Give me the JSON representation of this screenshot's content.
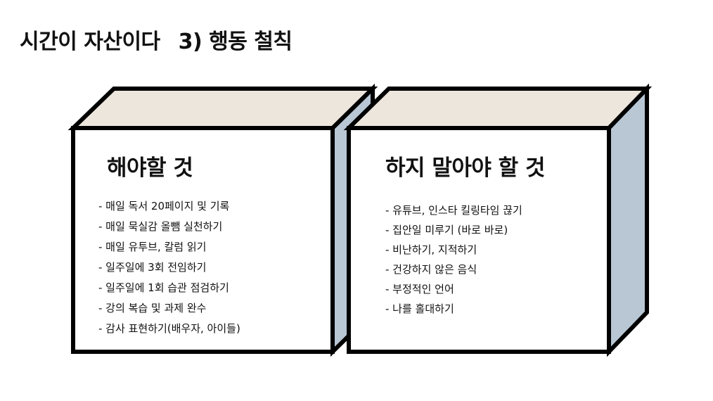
{
  "title": {
    "main": "시간이 자산이다",
    "sub": "3) 행동 철칙"
  },
  "colors": {
    "box_top": "#ede6dc",
    "box_side": "#b9c7d5",
    "box_front": "#ffffff",
    "outline": "#000000"
  },
  "left_box": {
    "heading": "해야할 것",
    "items": [
      "- 매일 독서 20페이지 및 기록",
      "- 매일 묵실감 올뺌 실천하기",
      "- 매일 유투브, 칼럼 읽기",
      "- 일주일에 3회 전임하기",
      "- 일주일에 1회 습관 점검하기",
      "- 강의 복습 및 과제 완수",
      "- 감사 표현하기(배우자, 아이들)"
    ]
  },
  "right_box": {
    "heading": "하지 말아야 할 것",
    "items": [
      "- 유튜브, 인스타 킬링타임 끊기",
      "- 집안일 미루기 (바로 바로)",
      "- 비난하기, 지적하기",
      "- 건강하지 않은 음식",
      "- 부정적인 언어",
      "- 나를 홀대하기"
    ]
  }
}
